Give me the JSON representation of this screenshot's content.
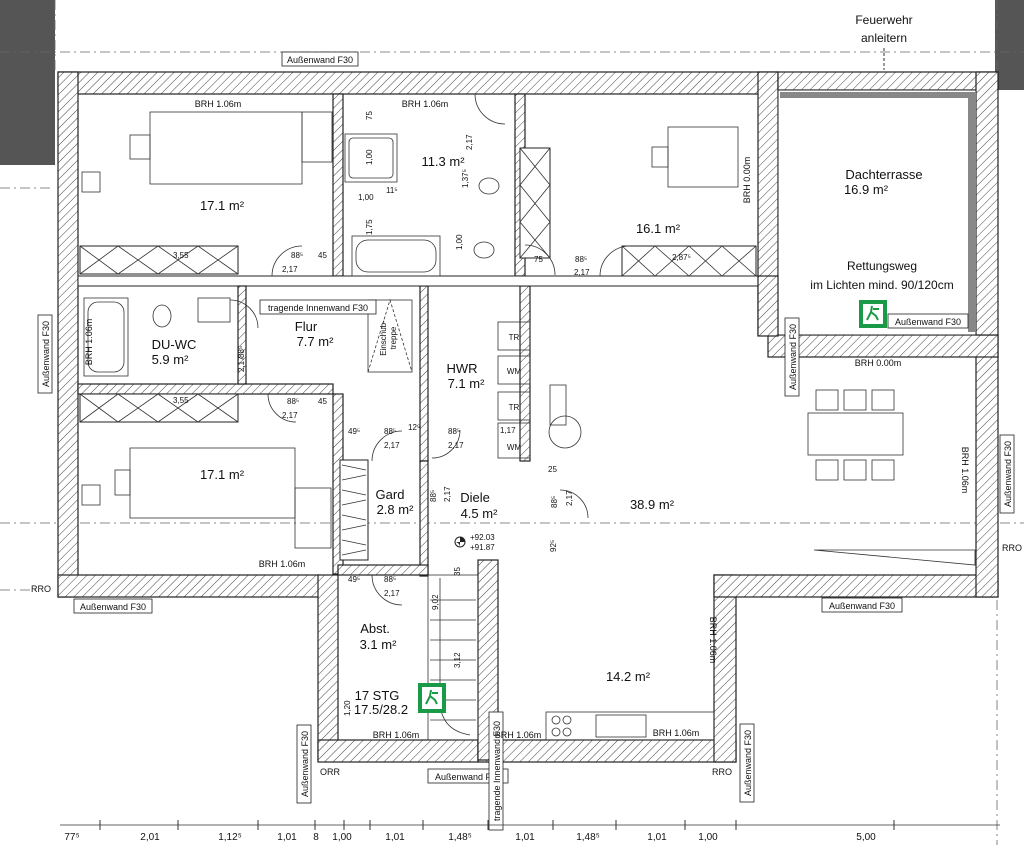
{
  "fire": {
    "line1": "Feuerwehr",
    "line2": "anleitern"
  },
  "rooms": {
    "bed1": {
      "area": "17.1 m²"
    },
    "bath": {
      "area": "11.3 m²"
    },
    "bed3": {
      "area": "16.1 m²"
    },
    "terrace": {
      "name": "Dachterrasse",
      "area": "16.9 m²"
    },
    "escape": {
      "line1": "Rettungsweg",
      "line2": "im Lichten mind. 90/120cm"
    },
    "dwc": {
      "name": "DU-WC",
      "area": "5.9 m²"
    },
    "flur": {
      "name": "Flur",
      "area": "7.7 m²"
    },
    "hwr": {
      "name": "HWR",
      "area": "7.1 m²"
    },
    "bed2": {
      "area": "17.1 m²"
    },
    "gard": {
      "name": "Gard",
      "area": "2.8 m²"
    },
    "diele": {
      "name": "Diele",
      "area": "4.5 m²"
    },
    "living": {
      "area": "38.9 m²"
    },
    "abst": {
      "name": "Abst.",
      "area": "3.1 m²"
    },
    "kitchen": {
      "area": "14.2 m²"
    },
    "stairs": {
      "line1": "17 STG",
      "line2": "17.5/28.2"
    }
  },
  "tags": {
    "aussen": "Außenwand F30",
    "tragend": "tragende Innenwand F30",
    "tragend_v": "tragende Innenwand F30",
    "einschub": "Einschub-",
    "treppe": "treppe"
  },
  "brh": {
    "b106": "BRH 1.06m",
    "b000": "BRH 0.00m",
    "rro": "RRO",
    "orr": "ORR"
  },
  "appliances": {
    "tr": "TR",
    "wm": "WM"
  },
  "levels": {
    "l1": "+92.03",
    "l2": "+91.87"
  },
  "dims": {
    "d1": "88⁵",
    "d2": "2,17",
    "d3": "45",
    "d4": "49⁵",
    "d5": "1,00",
    "d6": "75",
    "d7": "3,55",
    "d8": "3,55",
    "d9": "11⁵",
    "d10": "1,37⁵",
    "d11": "2,87⁵",
    "d12": "1,17",
    "d13": "12⁵",
    "d14": "25",
    "d15": "92⁵",
    "d16": "9,02",
    "d17": "3,12",
    "d18": "1,20",
    "d19": "1,75",
    "d20": "35"
  },
  "bottom_dims": [
    "77⁵",
    "2,01",
    "1,12⁵",
    "1,01",
    "8",
    "1,00",
    "1,01",
    "1,48⁵",
    "1,01",
    "1,48⁵",
    "1,01",
    "1,00",
    "5,00"
  ]
}
